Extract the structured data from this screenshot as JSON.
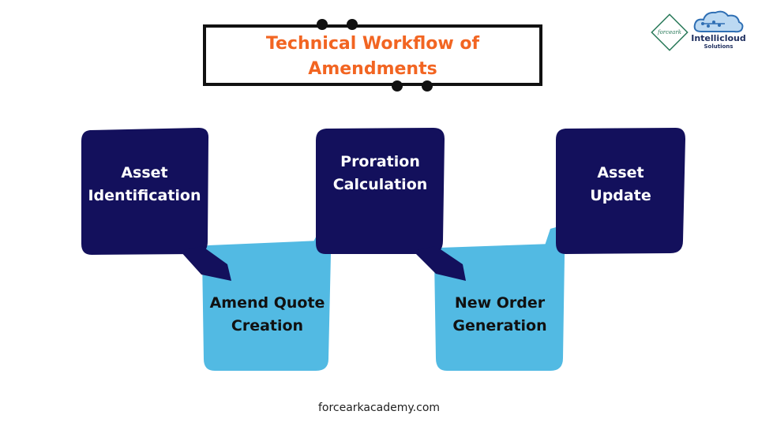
{
  "title": {
    "line1": "Technical Workflow of",
    "line2": "Amendments",
    "color": "#f26522"
  },
  "colors": {
    "dark_box": "#13105c",
    "light_box": "#52bae3",
    "dark_text": "#ffffff",
    "light_text": "#111111"
  },
  "steps": [
    {
      "lines": [
        "Asset",
        "Identification"
      ],
      "shade": "dark"
    },
    {
      "lines": [
        "Amend Quote",
        "Creation"
      ],
      "shade": "light"
    },
    {
      "lines": [
        "Proration",
        "Calculation"
      ],
      "shade": "dark"
    },
    {
      "lines": [
        "New Order",
        "Generation"
      ],
      "shade": "light"
    },
    {
      "lines": [
        "Asset",
        "Update"
      ],
      "shade": "dark"
    }
  ],
  "logos": {
    "left_mark_text": "forceark",
    "right_name": "Intellicloud",
    "right_sub": "Solutions"
  },
  "footer": "forcearkacademy.com"
}
